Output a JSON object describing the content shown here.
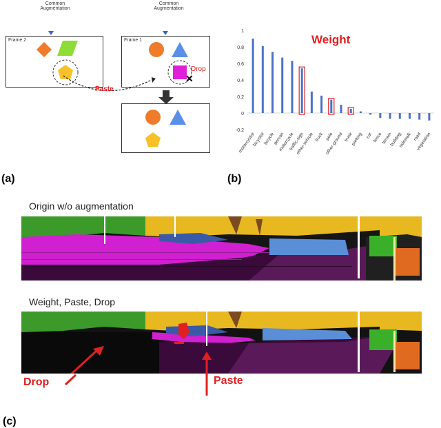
{
  "panel_a": {
    "left_header": "Common\nAugmentation",
    "right_header": "Common\nAugmentation",
    "frame2_label": "Frame 2",
    "frame1_label": "Frame 1",
    "paste_label": "Paste",
    "drop_label": "Drop",
    "panel_label": "(a)"
  },
  "panel_b": {
    "weight_label": "Weight",
    "panel_label": "(b)"
  },
  "panel_c": {
    "origin_caption": "Origin w/o augmentation",
    "augmented_caption": "Weight, Paste, Drop",
    "drop_label": "Drop",
    "paste_label": "Paste",
    "panel_label": "(c)"
  },
  "chart_data": {
    "type": "bar",
    "categories": [
      "motorcyclist",
      "bicyclist",
      "bicycle",
      "person",
      "motorcycle",
      "traffic-sign",
      "other-vehicle",
      "truck",
      "pole",
      "other-ground",
      "trunk",
      "parking",
      "car",
      "fence",
      "terrain",
      "building",
      "sidewalk",
      "road",
      "vegetation"
    ],
    "values": [
      0.9,
      0.81,
      0.74,
      0.67,
      0.63,
      0.54,
      0.26,
      0.21,
      0.16,
      0.1,
      0.05,
      0.02,
      -0.02,
      -0.06,
      -0.07,
      -0.07,
      -0.07,
      -0.08,
      -0.09
    ],
    "ylim": [
      -0.2,
      1.0
    ],
    "yticks": [
      "1",
      "0.8",
      "0.6",
      "0.4",
      "0.2",
      "0",
      "-0.2"
    ],
    "highlighted": [
      "traffic-sign",
      "pole",
      "trunk"
    ],
    "bar_color": "#4a72c8",
    "highlight_color": "#e02020"
  }
}
